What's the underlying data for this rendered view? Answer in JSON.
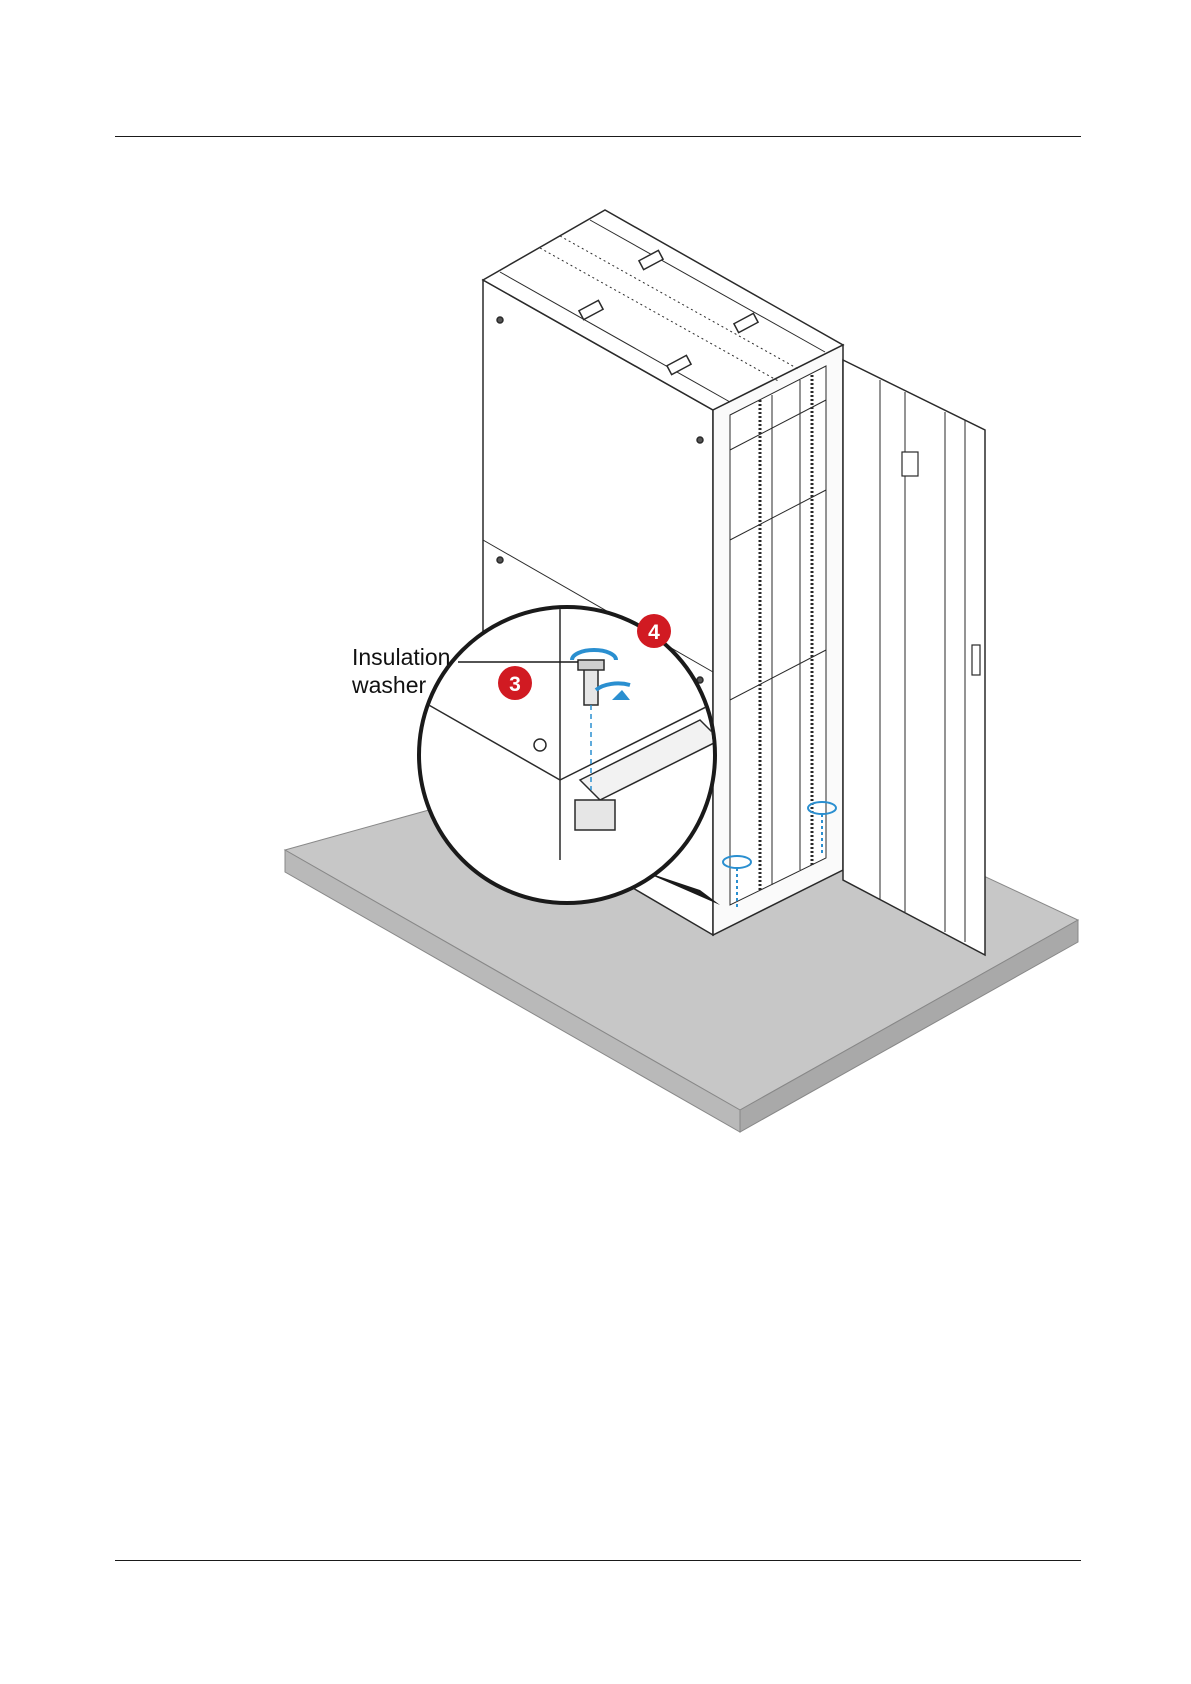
{
  "figure": {
    "callout_label_line1": "Insulation",
    "callout_label_line2": "washer",
    "step_badges": [
      "3",
      "4"
    ],
    "colors": {
      "floor_top": "#c7c7c7",
      "floor_side": "#b4b4b4",
      "cabinet_line": "#2a2a2a",
      "cabinet_fill": "#ffffff",
      "badge_red": "#d11a22",
      "arrow_blue": "#2a8fd0"
    }
  }
}
